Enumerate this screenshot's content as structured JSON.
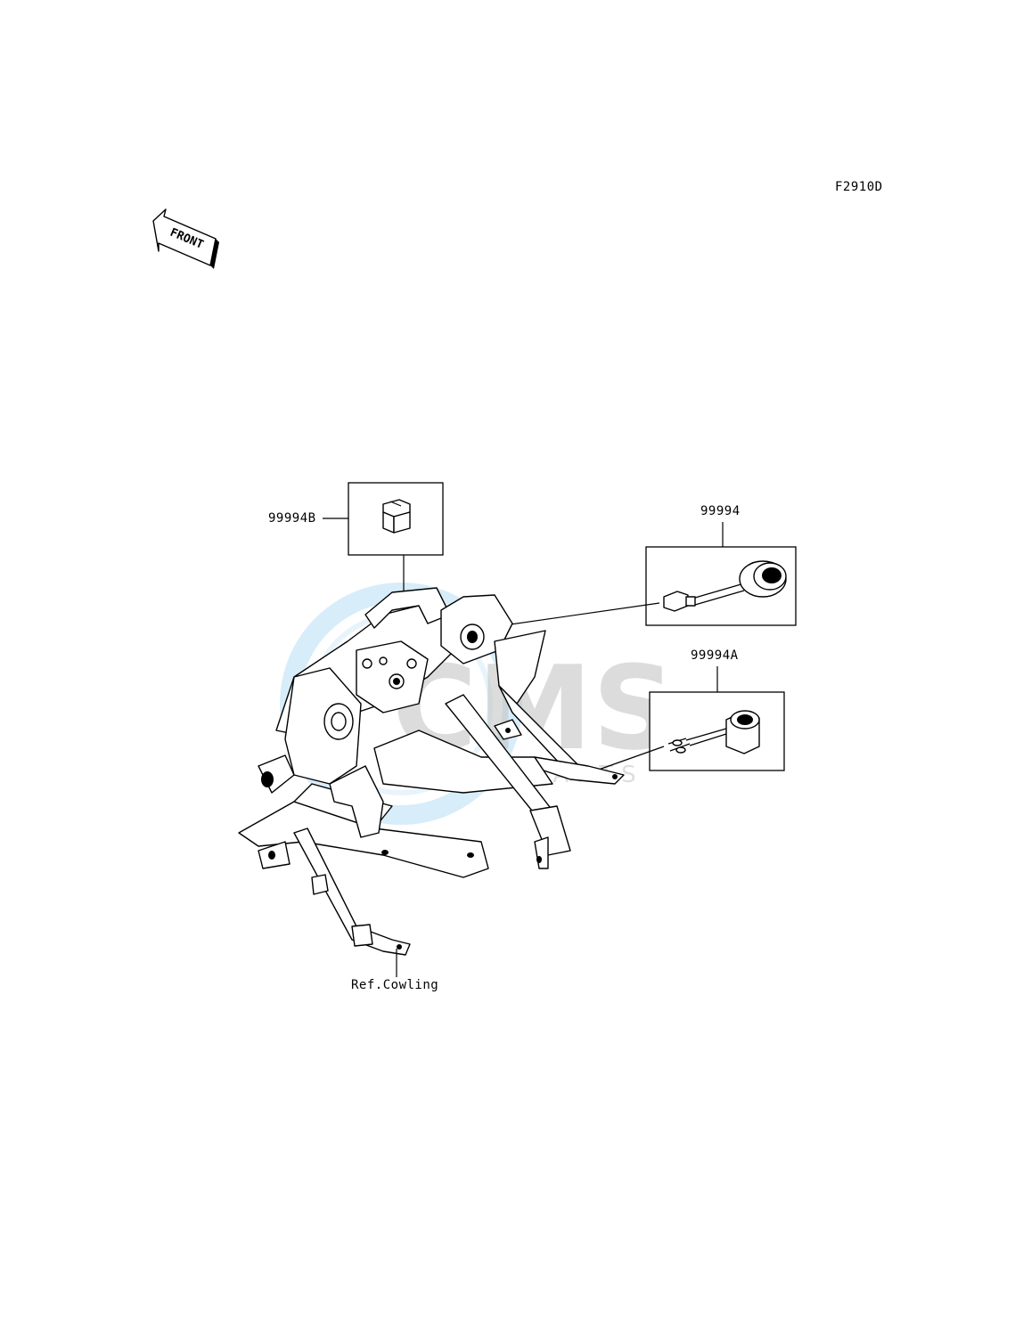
{
  "figure_code": "F2910D",
  "direction_indicator": {
    "text": "FRONT",
    "icon": "front-arrow-icon"
  },
  "watermark": {
    "logo_text": "CMS",
    "sub_text": "MOTORPARTS",
    "color": "#9fd3f0"
  },
  "callouts": {
    "part_b": "99994B",
    "part_main": "99994",
    "part_a": "99994A",
    "reference": "Ref.Cowling"
  }
}
